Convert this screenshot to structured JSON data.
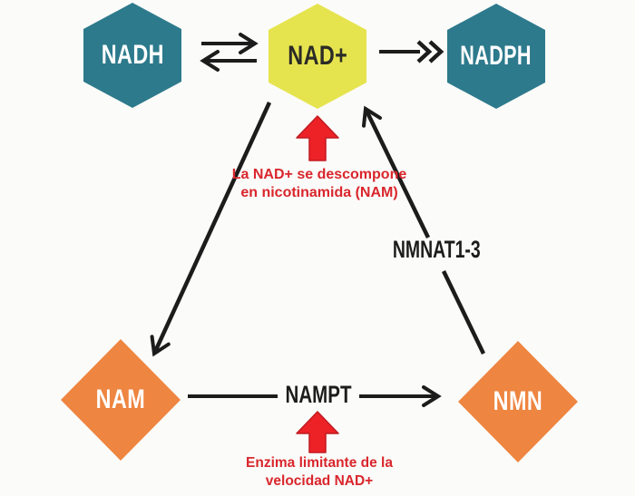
{
  "diagram": {
    "nodes": {
      "nadh": {
        "label": "NADH",
        "shape": "hexagon",
        "fill": "#2D7A8C",
        "text_color": "#FFFFFF"
      },
      "nad": {
        "label": "NAD+",
        "shape": "hexagon",
        "fill": "#E6E44E",
        "text_color": "#2B2B27"
      },
      "nadph": {
        "label": "NADPH",
        "shape": "hexagon",
        "fill": "#2D7A8C",
        "text_color": "#FFFFFF"
      },
      "nam": {
        "label": "NAM",
        "shape": "diamond",
        "fill": "#EE8540",
        "text_color": "#FFFFFF"
      },
      "nmn": {
        "label": "NMN",
        "shape": "diamond",
        "fill": "#EE8540",
        "text_color": "#FFFFFF"
      }
    },
    "edge_labels": {
      "nampt": "NAMPT",
      "nmnat": "NMNAT1-3"
    },
    "edges": [
      {
        "from": "NADH",
        "to": "NAD+",
        "style": "reversible-equilibrium-arrows"
      },
      {
        "from": "NAD+",
        "to": "NADPH",
        "style": "double-chevron-arrow"
      },
      {
        "from": "NAD+",
        "to": "NAM",
        "style": "single-arrow"
      },
      {
        "from": "NAM",
        "to": "NMN",
        "style": "single-arrow",
        "label": "NAMPT"
      },
      {
        "from": "NMN",
        "to": "NAD+",
        "style": "single-arrow",
        "label": "NMNAT1-3"
      }
    ],
    "annotations": {
      "nad_breakdown": {
        "line1": "La NAD+ se descompone",
        "line2": "en nicotinamida (NAM)"
      },
      "rate_limiting": {
        "line1": "Enzima limitante de la",
        "line2": "velocidad NAD+"
      }
    },
    "colors": {
      "teal": "#2D7A8C",
      "yellow": "#E6E44E",
      "orange": "#EE8540",
      "red_block_arrow": "#EC2227",
      "red_text": "#D9262C",
      "arrow_black": "#1C1C1C",
      "background": "#FBFBF9"
    }
  }
}
